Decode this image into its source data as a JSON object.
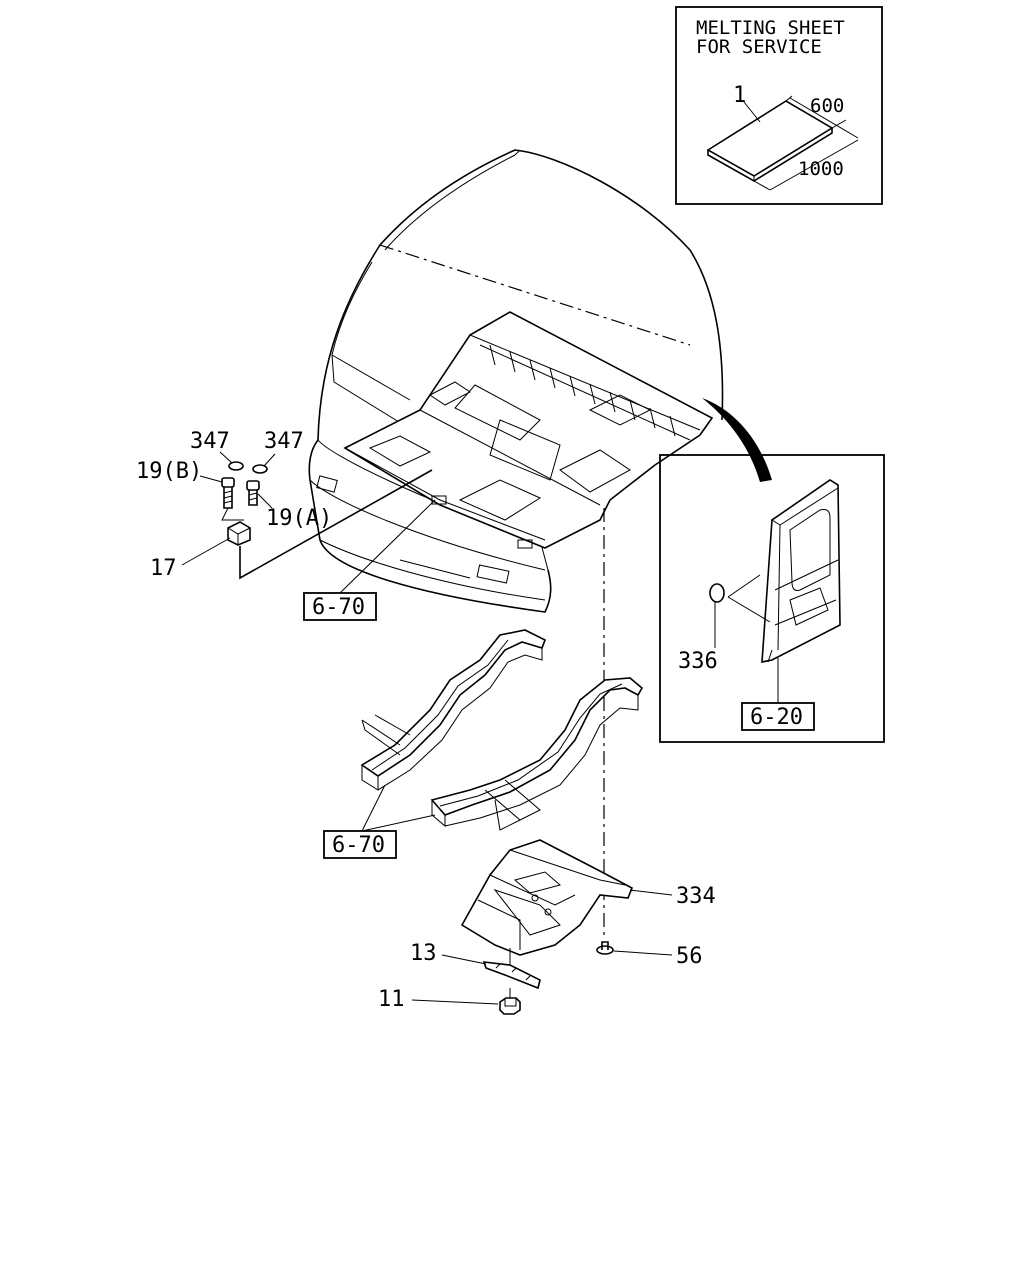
{
  "inset_top": {
    "title_line1": "MELTING SHEET",
    "title_line2": "FOR SERVICE",
    "part_label": "1",
    "dim_width": "600",
    "dim_length": "1000"
  },
  "inset_right": {
    "part_label": "336",
    "ref": "6-20"
  },
  "labels": {
    "p347_left": "347",
    "p347_right": "347",
    "p19b": "19(B)",
    "p19a": "19(A)",
    "p17": "17",
    "ref_floor": "6-70",
    "ref_frame": "6-70",
    "p334": "334",
    "p56": "56",
    "p13": "13",
    "p11": "11"
  }
}
